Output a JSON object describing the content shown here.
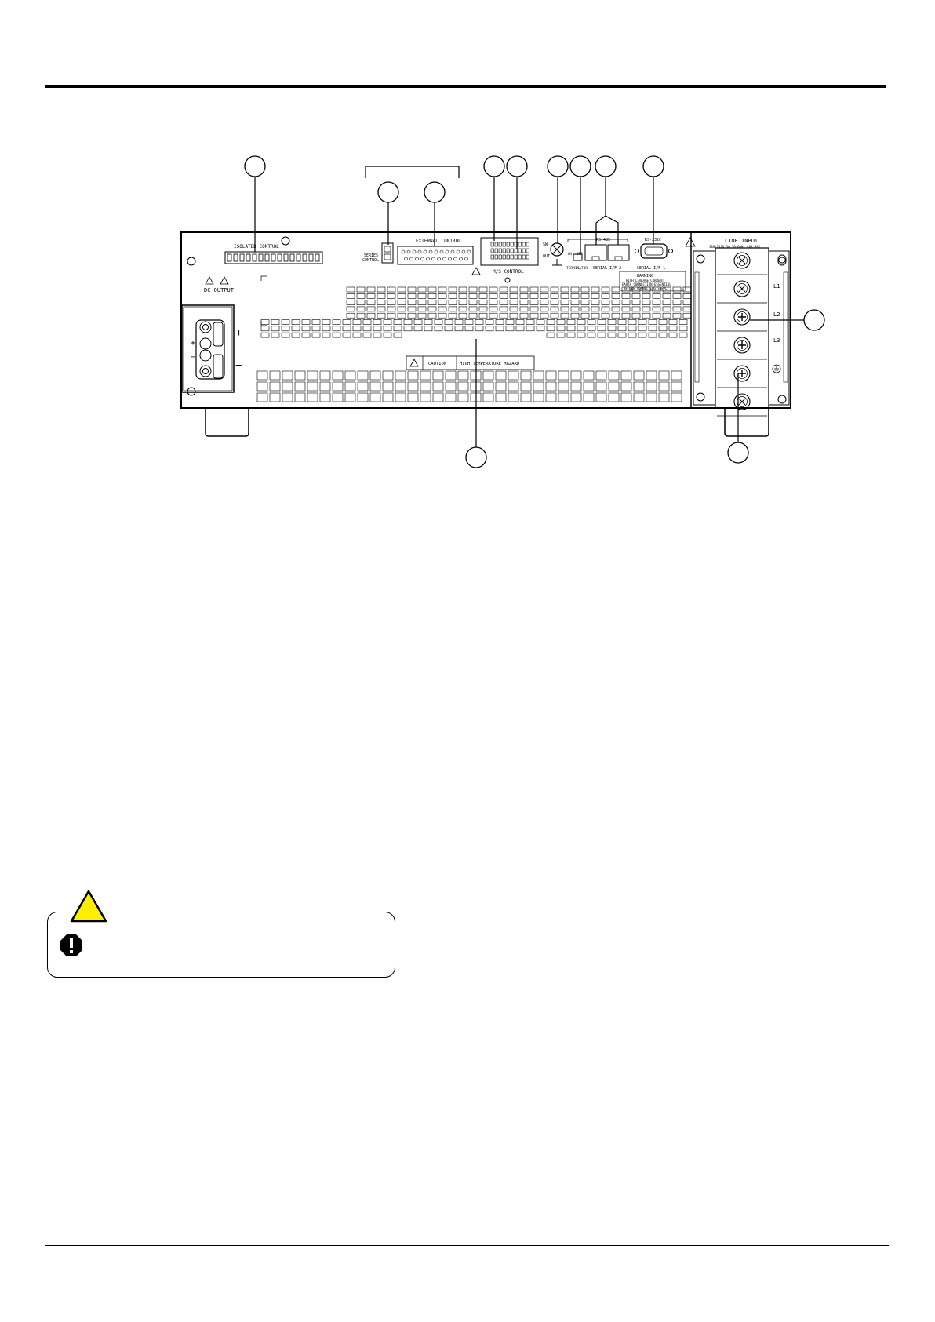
{
  "panel": {
    "isolated_control": "ISOLATED CONTROL",
    "series_control_line1": "SERIES",
    "series_control_line2": "CONTROL",
    "external_control": "EXTERNAL CONTROL",
    "ms_control": "M/S CONTROL",
    "sw": "SW",
    "out": "OUT",
    "rs485": "RS-485",
    "terminator": "TERMINATOR",
    "on": "ON",
    "off": "OFF",
    "serial_if2": "SERIAL I/F 2",
    "rs232c": "RS-232C",
    "serial_if1": "SERIAL I/F 1",
    "warning_title": "WARNING",
    "warning_line1": "HIGH LEAKAGE CURRENT",
    "warning_line2": "EARTH CONNECTION ESSENTIAL",
    "warning_line3": "BEFORE CONNECTING SUPPLY",
    "caution": "CAUTION",
    "high_temperature_hazard": "HIGH TEMPERATURE HAZARD",
    "dc_output": "DC OUTPUT",
    "line_input": "LINE INPUT",
    "line_input_rating": "180-242V 3φ 50-60Hz 40A MAX",
    "l1": "L1",
    "l2": "L2",
    "l3": "L3",
    "plus": "+",
    "minus": "−"
  }
}
